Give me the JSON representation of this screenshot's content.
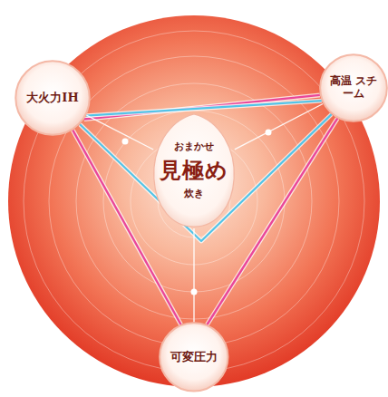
{
  "diagram": {
    "nodes": [
      {
        "text": [
          "大火力IH"
        ]
      },
      {
        "text": [
          "高温 スチーム"
        ]
      },
      {
        "text": [
          "おまかせ",
          "見極め",
          "炊き"
        ]
      },
      {
        "text": [
          "可変圧力"
        ]
      }
    ],
    "edges": [
      {
        "from": 0,
        "to": 1,
        "arrow": "none"
      },
      {
        "from": 1,
        "to": 3,
        "arrow": "none"
      },
      {
        "from": 0,
        "to": 3,
        "arrow": "none"
      },
      {
        "from": 0,
        "to": 1,
        "arrow": "none"
      },
      {
        "from": 0,
        "to": 1,
        "arrow": "none"
      },
      {
        "from": 2,
        "to": 0,
        "arrow": "none"
      },
      {
        "from": 2,
        "to": 1,
        "arrow": "none"
      },
      {
        "from": 2,
        "to": 3,
        "arrow": "none"
      }
    ]
  }
}
